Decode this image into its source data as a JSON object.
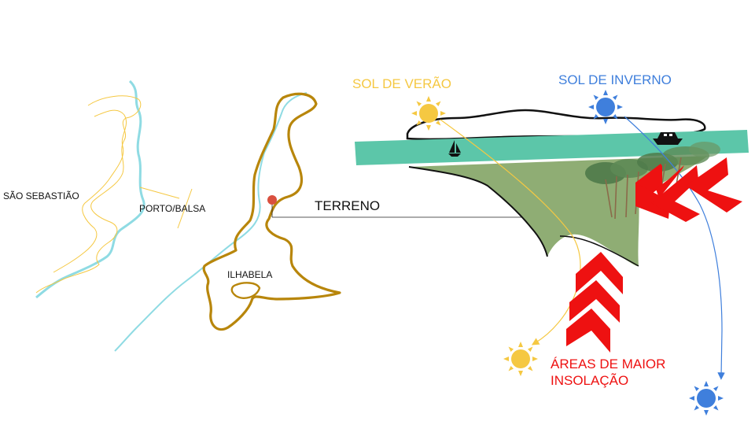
{
  "labels": {
    "sao_sebastiao": "SÃO SEBASTIÃO",
    "porto_balsa": "PORTO/BALSA",
    "ilhabela": "ILHABELA",
    "terreno": "TERRENO",
    "sol_verao": "SOL DE VERÃO",
    "sol_inverno": "SOL DE INVERNO",
    "areas_line1": "ÁREAS DE MAIOR",
    "areas_line2": "INSOLAÇÃO"
  },
  "colors": {
    "summer": "#f5c842",
    "winter": "#3f7fdc",
    "highlight": "#ee1111",
    "coastline": "#b8860b",
    "water_line": "#8fdbe3",
    "sea": "#5cc6a9",
    "land": "#8fad74"
  },
  "icons": [
    "summer-sun-icon",
    "winter-sun-icon",
    "sailboat-icon",
    "boat-icon",
    "trees-icon",
    "chevron-arrow-icon",
    "location-pin-icon"
  ]
}
